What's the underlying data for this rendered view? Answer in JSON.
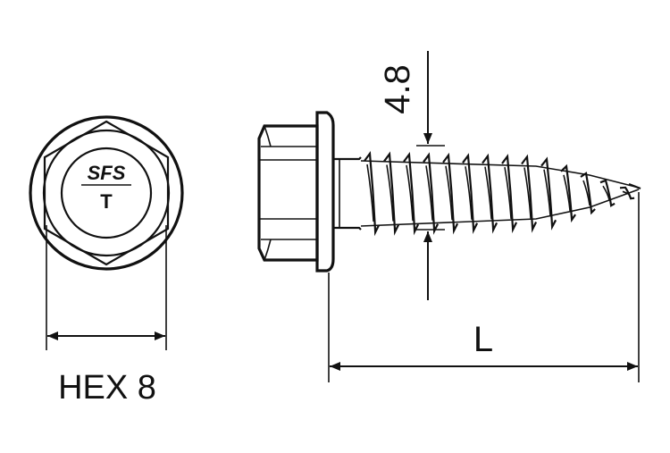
{
  "drawing": {
    "head_marking": {
      "brand": "SFS",
      "letter": "T"
    },
    "dimensions": {
      "hex_label": "HEX 8",
      "diameter_label": "4.8",
      "length_label": "L"
    }
  }
}
